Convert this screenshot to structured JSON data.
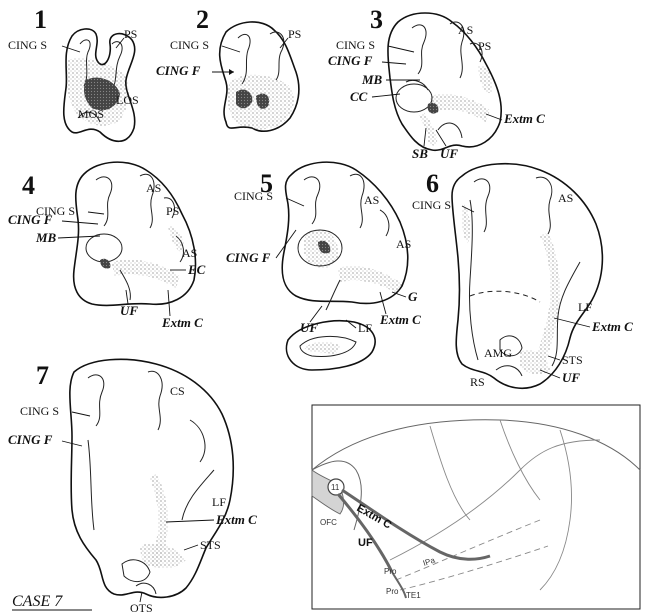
{
  "sections": [
    {
      "id": "1",
      "labels": [
        "CING S",
        "PS",
        "LOS",
        "MOS"
      ]
    },
    {
      "id": "2",
      "labels": [
        "CING S",
        "PS"
      ],
      "bold_labels": [
        "CING F"
      ]
    },
    {
      "id": "3",
      "labels": [
        "CING S",
        "AS",
        "PS"
      ],
      "bold_labels": [
        "CING F",
        "MB",
        "CC",
        "SB",
        "UF",
        "Extm C"
      ]
    },
    {
      "id": "4",
      "labels": [
        "CING S",
        "AS",
        "PS",
        "AS"
      ],
      "bold_labels": [
        "CING F",
        "MB",
        "EC",
        "UF",
        "Extm C"
      ]
    },
    {
      "id": "5",
      "labels": [
        "CING S",
        "AS",
        "AS",
        "LF"
      ],
      "bold_labels": [
        "CING F",
        "G",
        "UF",
        "Extm C"
      ]
    },
    {
      "id": "6",
      "labels": [
        "CING S",
        "AS",
        "LF",
        "AMG",
        "STS",
        "RS"
      ],
      "bold_labels": [
        "Extm C",
        "UF"
      ]
    },
    {
      "id": "7",
      "labels": [
        "CING S",
        "CS",
        "LF",
        "STS",
        "OTS"
      ],
      "bold_labels": [
        "CING F",
        "Extm C"
      ]
    }
  ],
  "inset": {
    "area_11": "11",
    "ofc": "OFC",
    "extm_c": "Extm C",
    "uf": "UF",
    "ipa": "IPa",
    "pro1": "Pro",
    "pro2": "Pro",
    "te1": "TE1"
  },
  "case_label": "CASE 7"
}
